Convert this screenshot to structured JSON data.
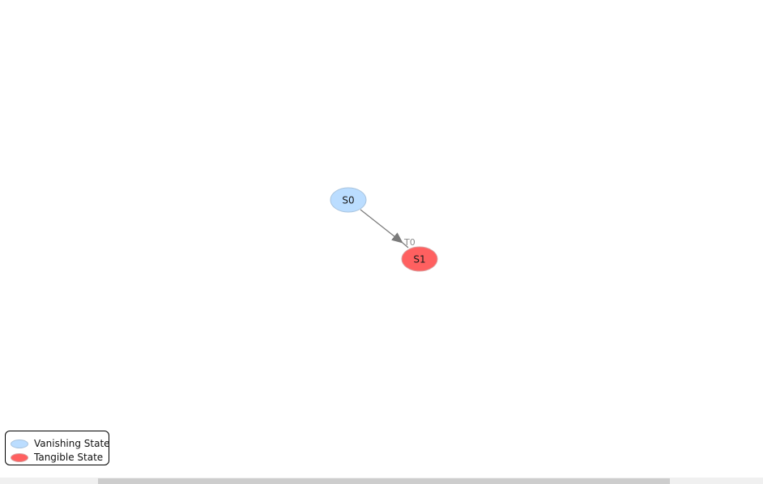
{
  "graph": {
    "nodes": [
      {
        "id": "S0",
        "label": "S0",
        "type": "vanishing"
      },
      {
        "id": "S1",
        "label": "S1",
        "type": "tangible"
      }
    ],
    "edges": [
      {
        "from": "S0",
        "to": "S1",
        "label": "T0"
      }
    ]
  },
  "colors": {
    "vanishing_fill": "#bbddff",
    "vanishing_stroke": "#a9c4de",
    "tangible_fill": "#ff6060",
    "tangible_stroke": "#d9a0a0",
    "edge": "#7a7a7a"
  },
  "legend": {
    "items": [
      {
        "label": "Vanishing State",
        "type": "vanishing"
      },
      {
        "label": "Tangible State",
        "type": "tangible"
      }
    ]
  }
}
